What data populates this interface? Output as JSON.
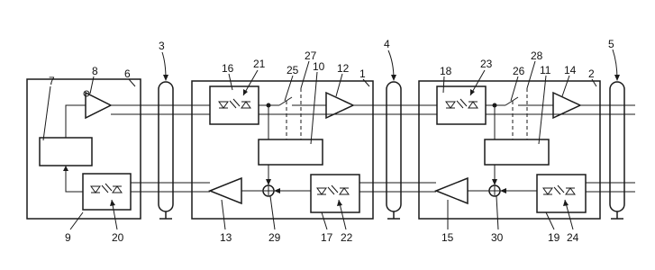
{
  "labels": {
    "ref_1": "1",
    "ref_2": "2",
    "ref_3": "3",
    "ref_4": "4",
    "ref_5": "5",
    "ref_6": "6",
    "ref_7": "7",
    "ref_8": "8",
    "ref_9": "9",
    "ref_10": "10",
    "ref_11": "11",
    "ref_12": "12",
    "ref_13": "13",
    "ref_14": "14",
    "ref_15": "15",
    "ref_16": "16",
    "ref_17": "17",
    "ref_18": "18",
    "ref_19": "19",
    "ref_20": "20",
    "ref_21": "21",
    "ref_22": "22",
    "ref_23": "23",
    "ref_24": "24",
    "ref_25": "25",
    "ref_26": "26",
    "ref_27": "27",
    "ref_28": "28",
    "ref_29": "29",
    "ref_30": "30"
  }
}
